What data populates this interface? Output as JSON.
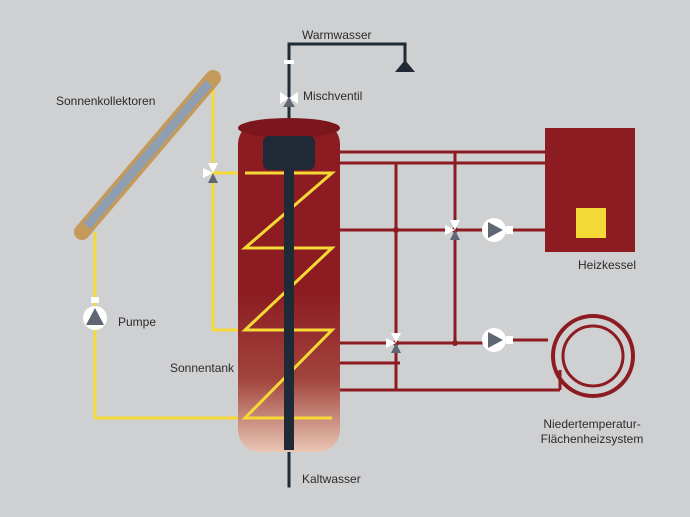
{
  "labels": {
    "warmwasser": "Warmwasser",
    "mischventil": "Mischventil",
    "sonnenkollektoren": "Sonnenkollektoren",
    "pumpe": "Pumpe",
    "sonnentank": "Sonnentank",
    "kaltwasser": "Kaltwasser",
    "heizkessel": "Heizkessel",
    "niedertemperatur_line1": "Niedertemperatur-",
    "niedertemperatur_line2": "Flächenheizsystem"
  },
  "colors": {
    "background": "#cfd0d2",
    "solar_loop": "#f5d936",
    "heating_loop": "#8c1c22",
    "water_line": "#1f2a36",
    "tank": "#8c1c22",
    "boiler": "#8c1c22",
    "boiler_window": "#f5d936",
    "collector_frame": "#c49a5a",
    "collector_panel": "#8f9fb1"
  },
  "icons": [
    "pump-icon",
    "three-way-valve-icon",
    "boiler-icon",
    "floor-heating-icon",
    "solar-collector-icon",
    "storage-tank-icon",
    "tap-icon"
  ]
}
